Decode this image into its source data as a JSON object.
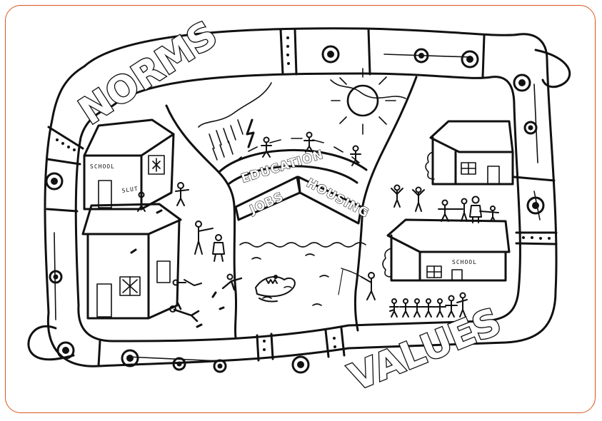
{
  "colors": {
    "frame": "#d9541e",
    "ink": "#111111",
    "paper": "#ffffff"
  },
  "band": {
    "top_word": "NORMS",
    "bottom_word": "VALUES"
  },
  "bridge": {
    "arch_label": "EDUCATION",
    "left_board": "JOBS",
    "right_board": "HOUSING"
  },
  "buildings": {
    "left_school_sign": "SCHOOL",
    "right_school_sign": "SCHOOL",
    "graffiti": "SLUT"
  },
  "icons": [
    "sun-icon",
    "lightning-icon",
    "crocodile-icon",
    "bead-icon"
  ]
}
